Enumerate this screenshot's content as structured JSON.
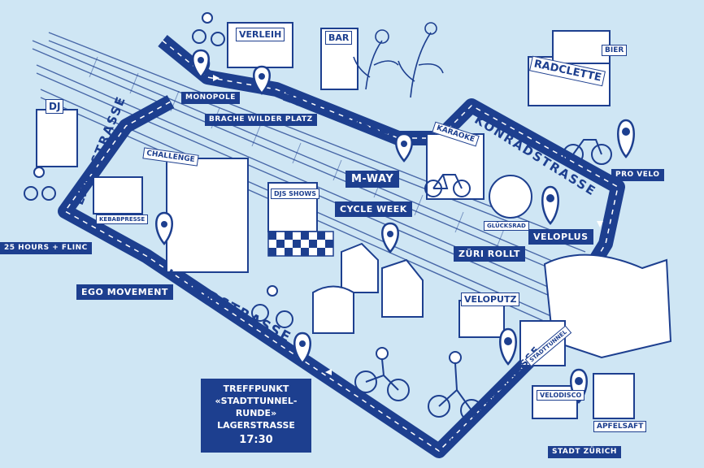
{
  "streets": {
    "zollstrasse": "ZOLLSTRASSE",
    "konradstrasse": "KONRADSTRASSE",
    "langstrasse": "LANGSTRASSE",
    "lagerstrasse": "LAGERSTRASSE",
    "kasernenstrasse": "KASERNENSTRASSE"
  },
  "places": {
    "monopole": "MONOPOLE",
    "brache": "BRACHE WILDER PLATZ",
    "mway": "M-WAY",
    "cycle_week": "CYCLE WEEK",
    "pro_velo": "PRO VELO",
    "veloplus": "VELOPLUS",
    "zueri_rollt": "ZÜRI ROLLT",
    "hours": "25 HOURS + FLINC",
    "ego": "EGO MOVEMENT",
    "stadt_zuerich": "STADT ZÜRICH"
  },
  "meeting_point": {
    "line1": "TREFFPUNKT",
    "line2": "«STADTTUNNEL-RUNDE»",
    "line3": "LAGERSTRASSE",
    "time": "17:30"
  },
  "signs": {
    "verleih": "VERLEIH",
    "bar": "BAR",
    "radclette": "RADCLETTE",
    "bier": "BIER",
    "karaoke": "KARAOKE",
    "dj": "DJ",
    "challenge": "CHALLENGE",
    "kebab": "KEBABPRESSE",
    "djs_shows": "DJS SHOWS",
    "gluecksrad": "GLÜCKSRAD",
    "veloputz": "VELOPUTZ",
    "stadttunnel": "STADTTUNNEL",
    "apfelsaft": "APFELSAFT",
    "velodisco": "VELODISCO"
  },
  "colors": {
    "background": "#cfe6f4",
    "ink": "#1d3f8f",
    "white": "#ffffff"
  },
  "icons": [
    "map-pin-icon",
    "bicycle-icon",
    "cyclist-icon",
    "train-track-icon",
    "arrow-icon"
  ]
}
